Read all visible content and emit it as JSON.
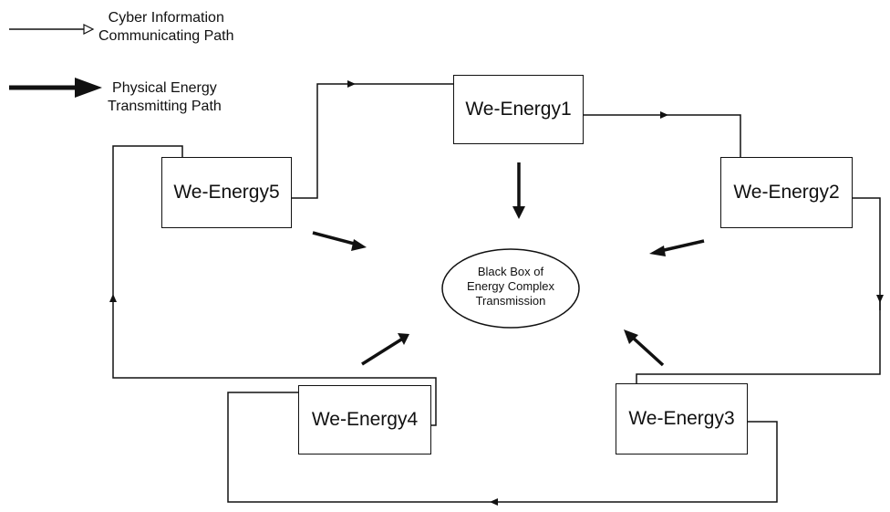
{
  "legend": {
    "cyber_label_line1": "Cyber Information",
    "cyber_label_line2": "Communicating Path",
    "physical_label_line1": "Physical Energy",
    "physical_label_line2": "Transmitting Path"
  },
  "nodes": {
    "n1": "We-Energy1",
    "n2": "We-Energy2",
    "n3": "We-Energy3",
    "n4": "We-Energy4",
    "n5": "We-Energy5"
  },
  "center": {
    "line1": "Black Box of",
    "line2": "Energy Complex",
    "line3": "Transmission"
  }
}
